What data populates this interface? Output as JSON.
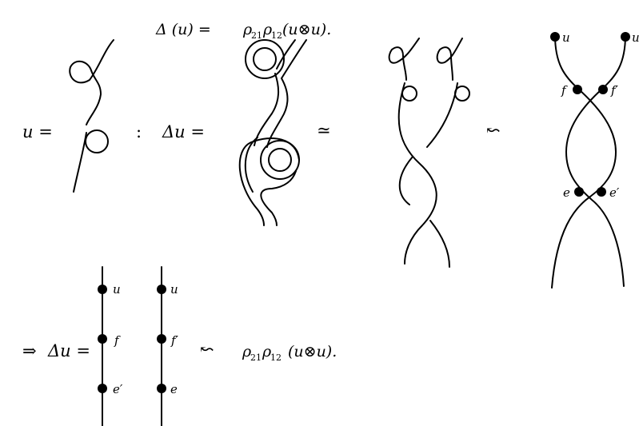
{
  "top_formula": {
    "lhs": "Δ (u) = ",
    "rho1": "ρ",
    "sub1": "21",
    "rho2": "ρ",
    "sub2": "12",
    "rest": "(u⊗u)."
  },
  "row1": {
    "u_eq": "u =",
    "colon": ":",
    "delta_u_eq": "Δu =",
    "simeq": "≃",
    "squiggle_arrow": "↜"
  },
  "crossing_labels": {
    "u_left": "u",
    "u_right": "u",
    "f": "f",
    "f_prime": "f′",
    "e": "e",
    "e_prime": "e′"
  },
  "row2": {
    "implies": "⇒",
    "delta_u_eq": "Δu =",
    "left_labels": [
      "u",
      "f",
      "e′"
    ],
    "right_labels": [
      "u",
      "f′",
      "e"
    ],
    "squiggle_arrow": "↜",
    "rho1": "ρ",
    "sub1": "21",
    "rho2": "ρ",
    "sub2": "12",
    "rest": "(u⊗u)."
  }
}
